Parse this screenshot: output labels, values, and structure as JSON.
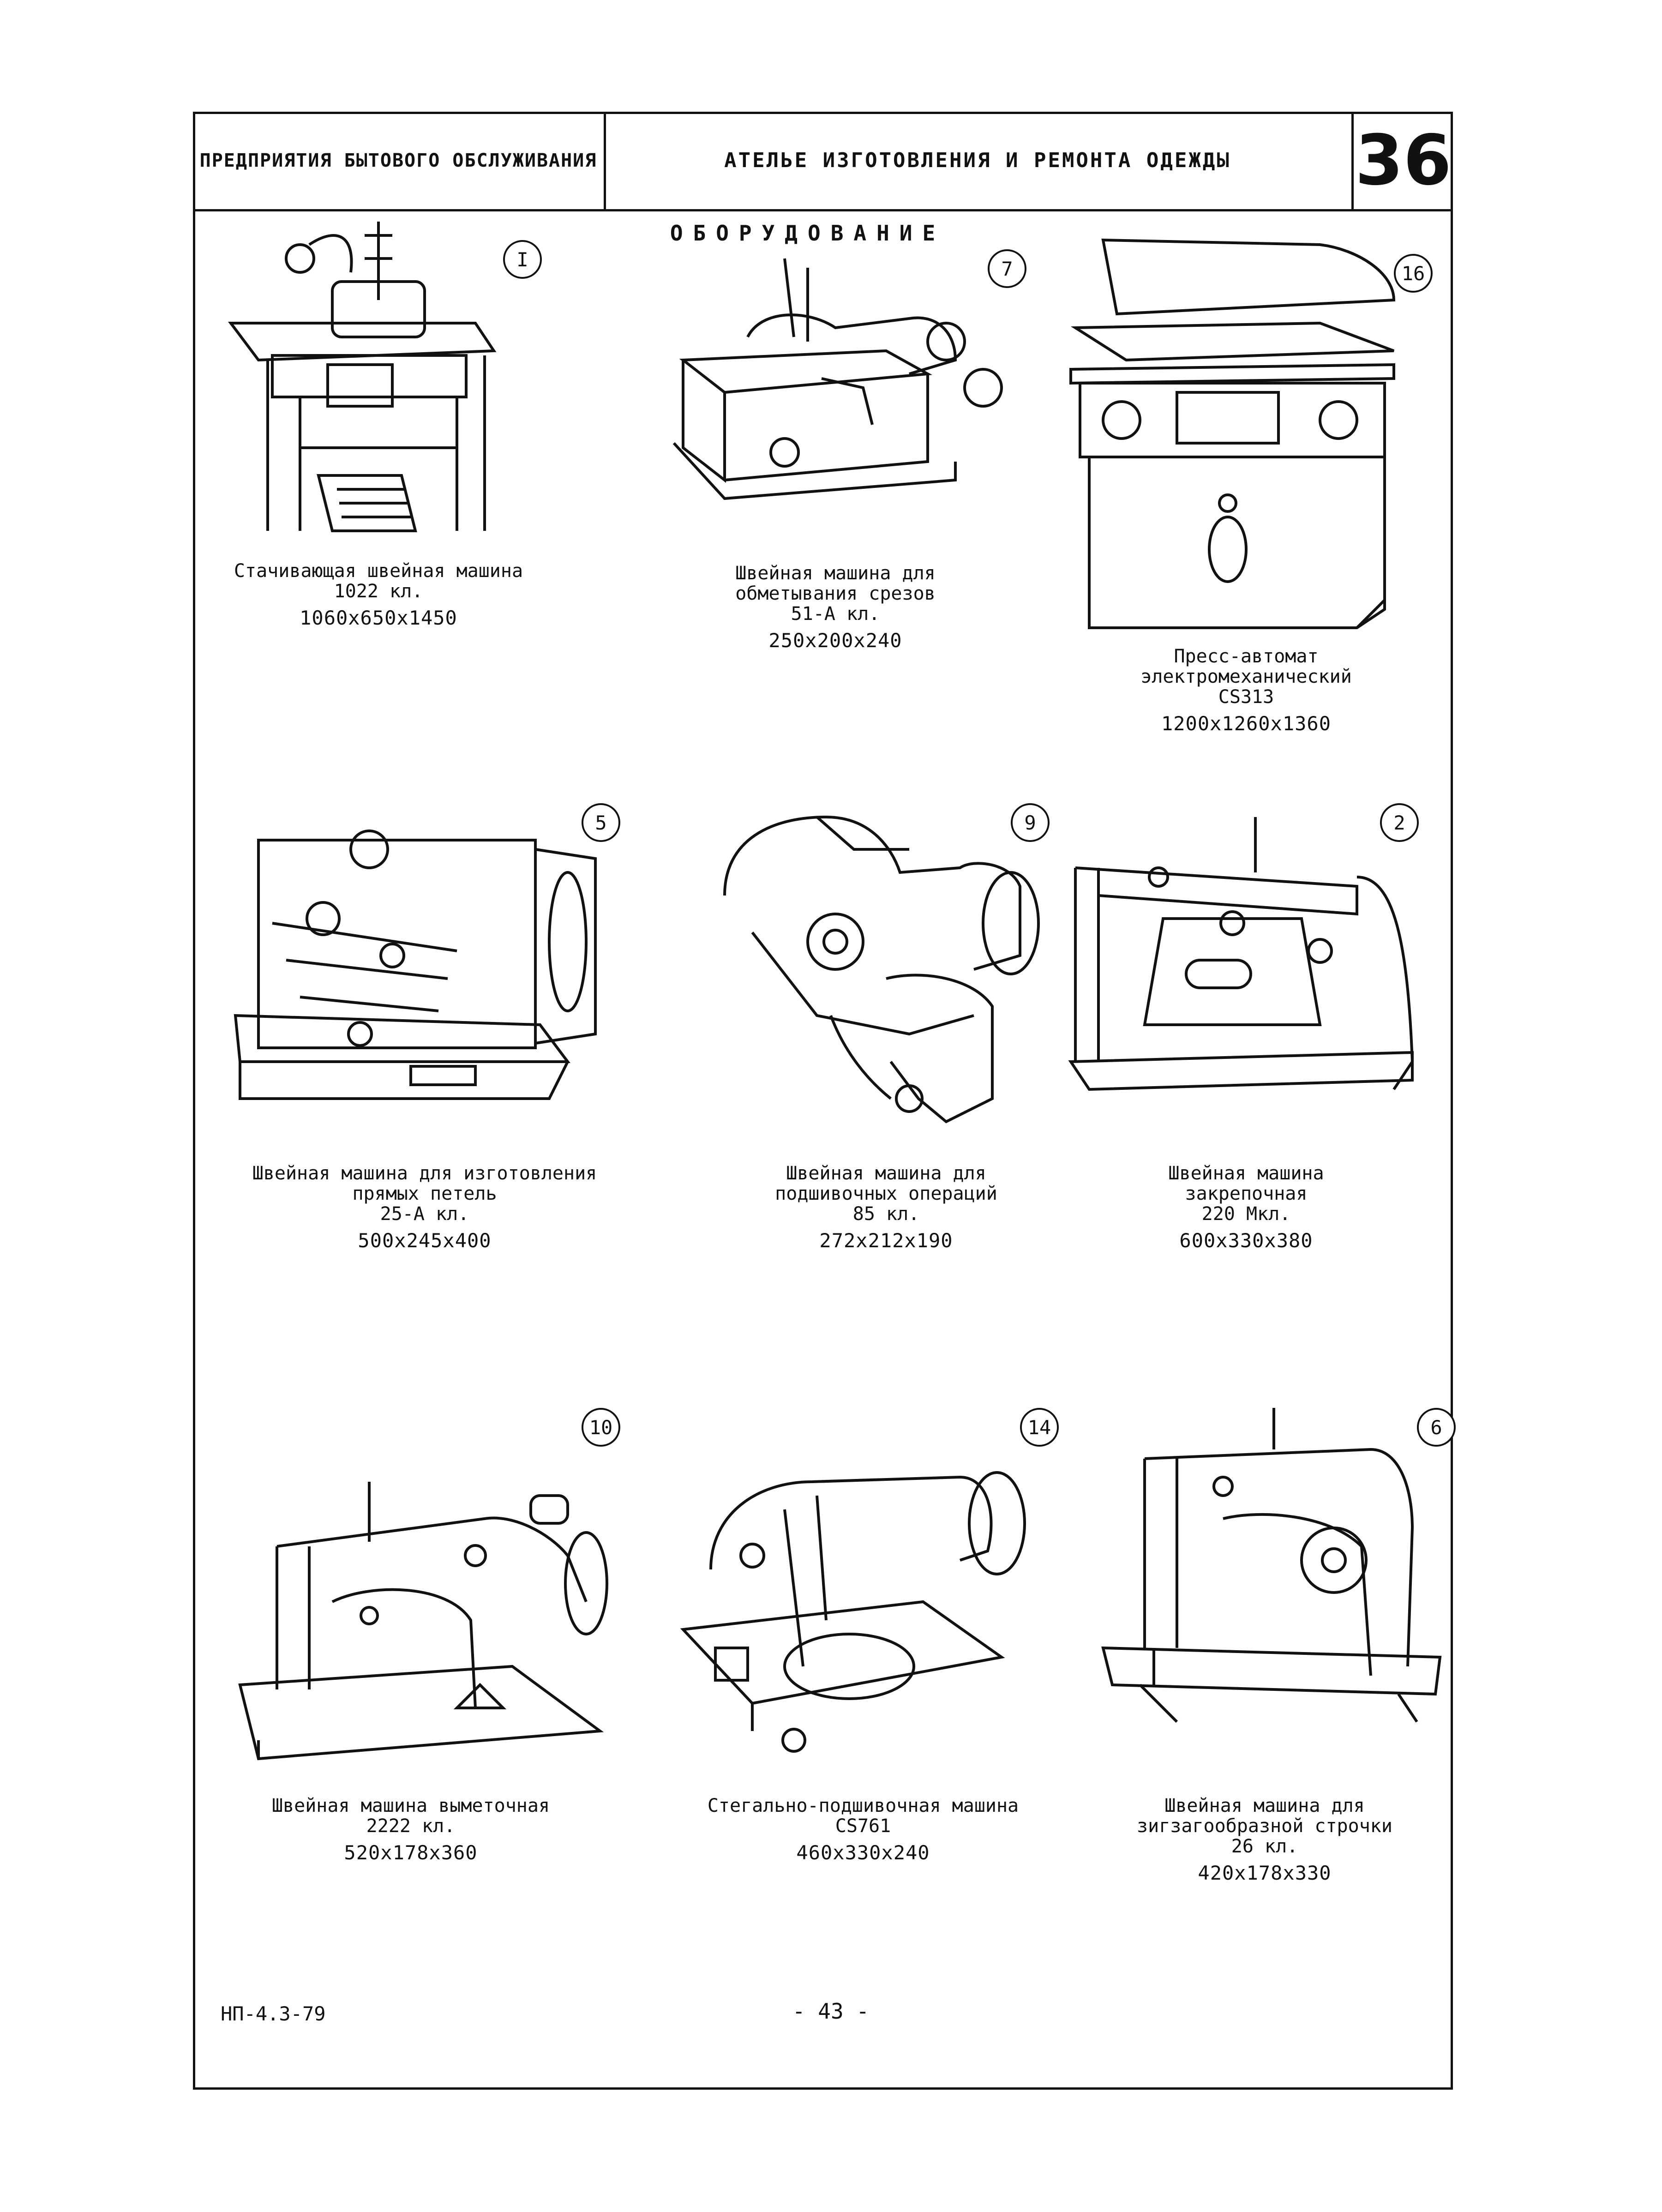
{
  "header": {
    "left": "ПРЕДПРИЯТИЯ БЫТОВОГО ОБСЛУЖИВАНИЯ",
    "center": "АТЕЛЬЕ ИЗГОТОВЛЕНИЯ И РЕМОНТА ОДЕЖДЫ",
    "sheet": "36"
  },
  "section_title": "ОБОРУДОВАНИЕ",
  "items": [
    {
      "num": "I",
      "name": "Стачивающая швейная машина\n1022 кл.",
      "size": "1060x650x1450",
      "icon": "sewing-table-icon"
    },
    {
      "num": "7",
      "name": "Швейная машина для\nобметывания срезов\n51-А кл.",
      "size": "250x200x240",
      "icon": "overlock-machine-icon"
    },
    {
      "num": "16",
      "name": "Пресс-автомат\nэлектромеханический\nCS313",
      "size": "1200x1260x1360",
      "icon": "press-machine-icon"
    },
    {
      "num": "5",
      "name": "Швейная машина для изготовления\nпрямых петель\n25-А кл.",
      "size": "500x245x400",
      "icon": "buttonhole-machine-icon"
    },
    {
      "num": "9",
      "name": "Швейная машина для\nподшивочных операций\n85 кл.",
      "size": "272x212x190",
      "icon": "blindstitch-machine-icon"
    },
    {
      "num": "2",
      "name": "Швейная машина\nзакрепочная\n220 Мкл.",
      "size": "600x330x380",
      "icon": "bartack-machine-icon"
    },
    {
      "num": "10",
      "name": "Швейная машина выметочная\n2222 кл.",
      "size": "520x178x360",
      "icon": "basting-machine-icon"
    },
    {
      "num": "14",
      "name": "Стегально-подшивочная машина\nCS761",
      "size": "460x330x240",
      "icon": "quilting-machine-icon"
    },
    {
      "num": "6",
      "name": "Швейная машина для\nзигзагообразной строчки\n26 кл.",
      "size": "420x178x330",
      "icon": "zigzag-machine-icon"
    }
  ],
  "footer": {
    "code": "НП-4.3-79",
    "page": "- 43 -"
  }
}
